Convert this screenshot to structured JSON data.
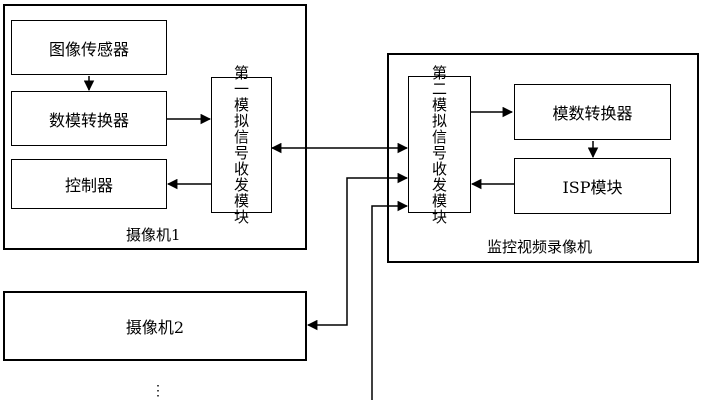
{
  "camera1": {
    "title": "摄像机1",
    "image_sensor": "图像传感器",
    "dac": "数模转换器",
    "controller": "控制器",
    "transceiver": [
      "第",
      "一",
      "模",
      "拟",
      "信",
      "号",
      "收",
      "发",
      "模",
      "块"
    ]
  },
  "nvr": {
    "title": "监控视频录像机",
    "transceiver": [
      "第",
      "二",
      "模",
      "拟",
      "信",
      "号",
      "收",
      "发",
      "模",
      "块"
    ],
    "adc": "模数转换器",
    "isp": "ISP模块"
  },
  "camera2": {
    "title": "摄像机2"
  },
  "ellipsis": "⋮",
  "colors": {
    "line": "#000000",
    "background": "#ffffff"
  }
}
